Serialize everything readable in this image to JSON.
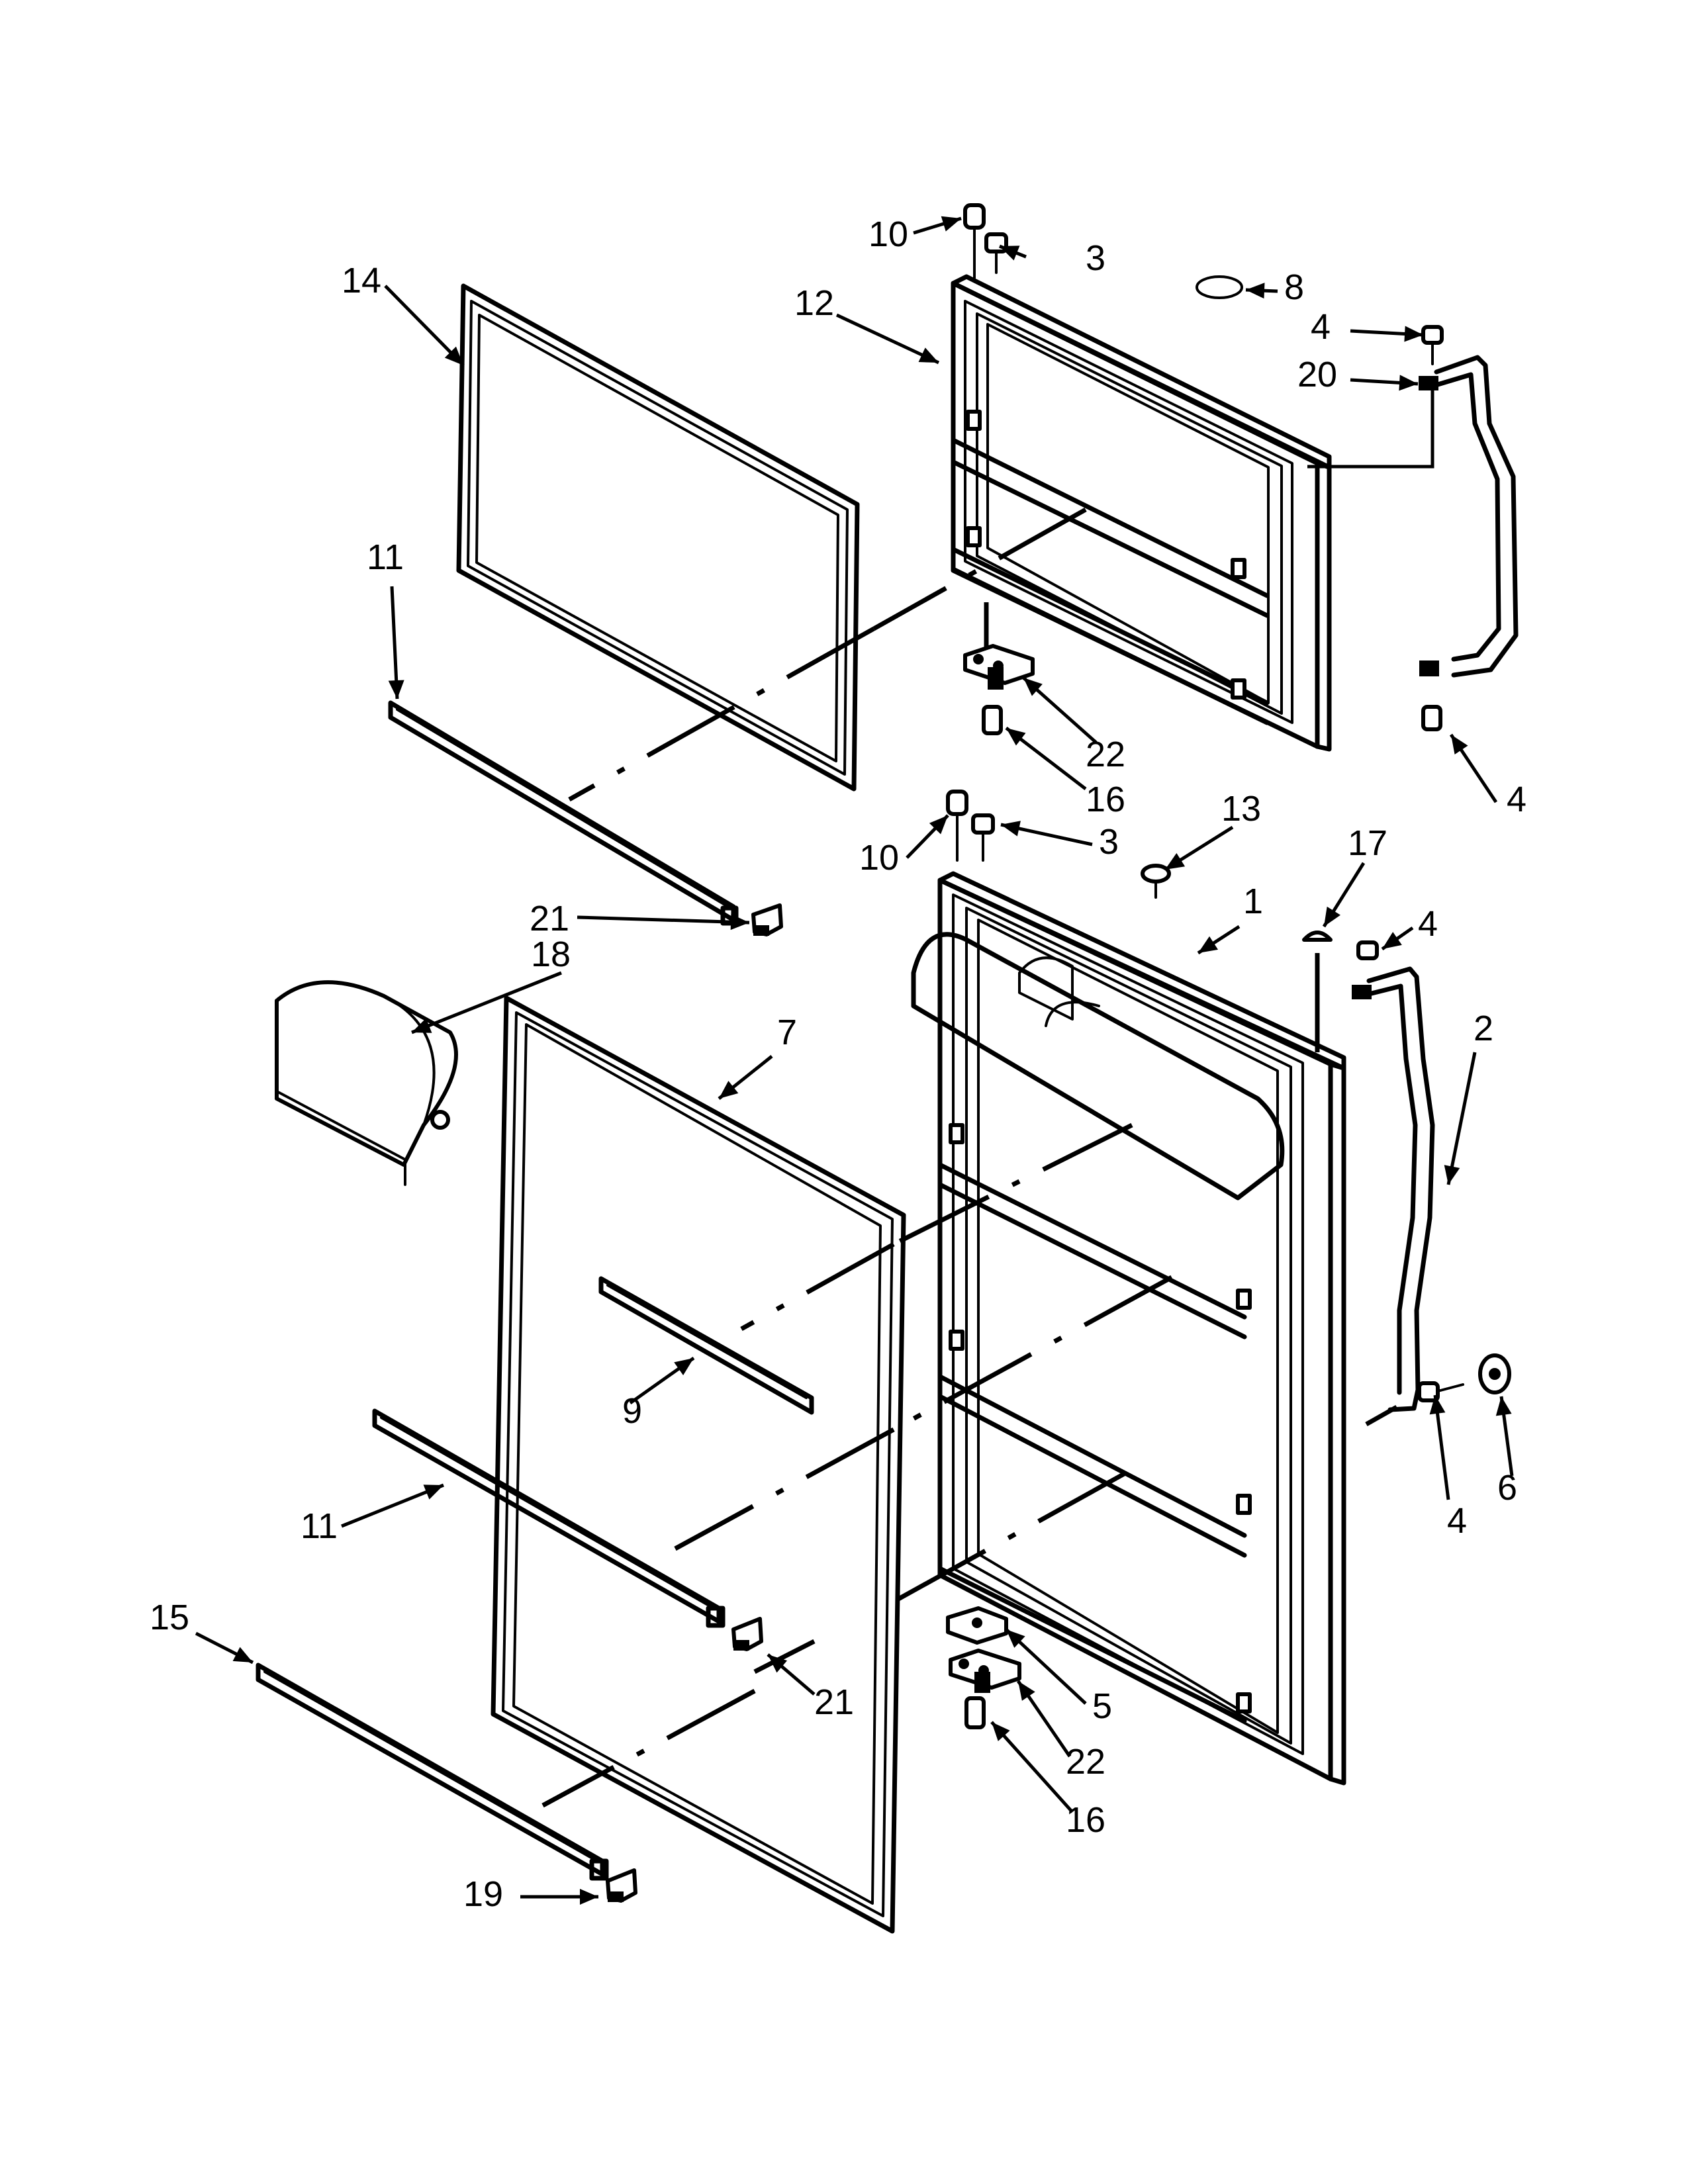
{
  "colors": {
    "line": "#000000",
    "background": "#ffffff"
  },
  "parts": [
    {
      "id": "c10a",
      "number": "10"
    },
    {
      "id": "c3a",
      "number": "3"
    },
    {
      "id": "c8",
      "number": "8"
    },
    {
      "id": "c4a",
      "number": "4"
    },
    {
      "id": "c20",
      "number": "20"
    },
    {
      "id": "c14",
      "number": "14"
    },
    {
      "id": "c12",
      "number": "12"
    },
    {
      "id": "c11a",
      "number": "11"
    },
    {
      "id": "c22a",
      "number": "22"
    },
    {
      "id": "c16a",
      "number": "16"
    },
    {
      "id": "c4b",
      "number": "4"
    },
    {
      "id": "c10b",
      "number": "10"
    },
    {
      "id": "c3b",
      "number": "3"
    },
    {
      "id": "c13",
      "number": "13"
    },
    {
      "id": "c17",
      "number": "17"
    },
    {
      "id": "c1",
      "number": "1"
    },
    {
      "id": "c4c",
      "number": "4"
    },
    {
      "id": "c21a",
      "number": "21"
    },
    {
      "id": "c18",
      "number": "18"
    },
    {
      "id": "c7",
      "number": "7"
    },
    {
      "id": "c2",
      "number": "2"
    },
    {
      "id": "c9",
      "number": "9"
    },
    {
      "id": "c11b",
      "number": "11"
    },
    {
      "id": "c4d",
      "number": "4"
    },
    {
      "id": "c6",
      "number": "6"
    },
    {
      "id": "c15",
      "number": "15"
    },
    {
      "id": "c21b",
      "number": "21"
    },
    {
      "id": "c5",
      "number": "5"
    },
    {
      "id": "c22b",
      "number": "22"
    },
    {
      "id": "c16b",
      "number": "16"
    },
    {
      "id": "c19",
      "number": "19"
    }
  ]
}
